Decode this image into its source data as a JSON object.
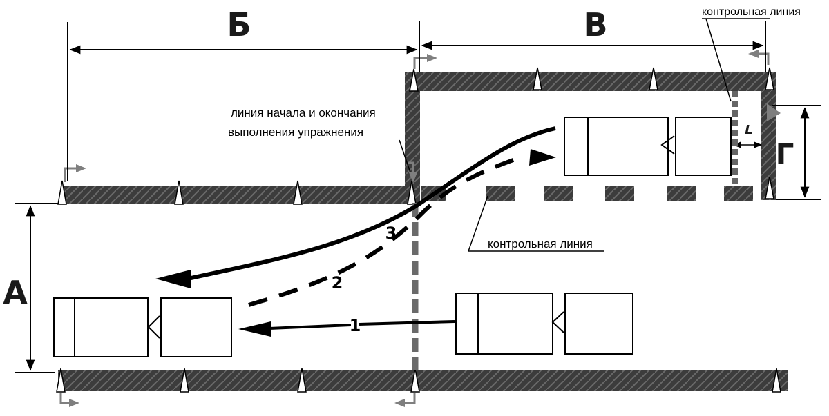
{
  "dimensions": {
    "a": "А",
    "b": "Б",
    "v": "В",
    "g": "Г",
    "l": "L"
  },
  "labels": {
    "control_line_top": "контрольная линия",
    "control_line_mid": "контрольная линия",
    "start_line_1": "линия начала и окончания",
    "start_line_2": "выполнения упражнения"
  },
  "paths": {
    "path_1": "1",
    "path_2": "2",
    "path_3": "3"
  },
  "colors": {
    "barrier": "#3a3a3a",
    "arrow_gray": "#7f7f7f",
    "ink": "#000000"
  }
}
